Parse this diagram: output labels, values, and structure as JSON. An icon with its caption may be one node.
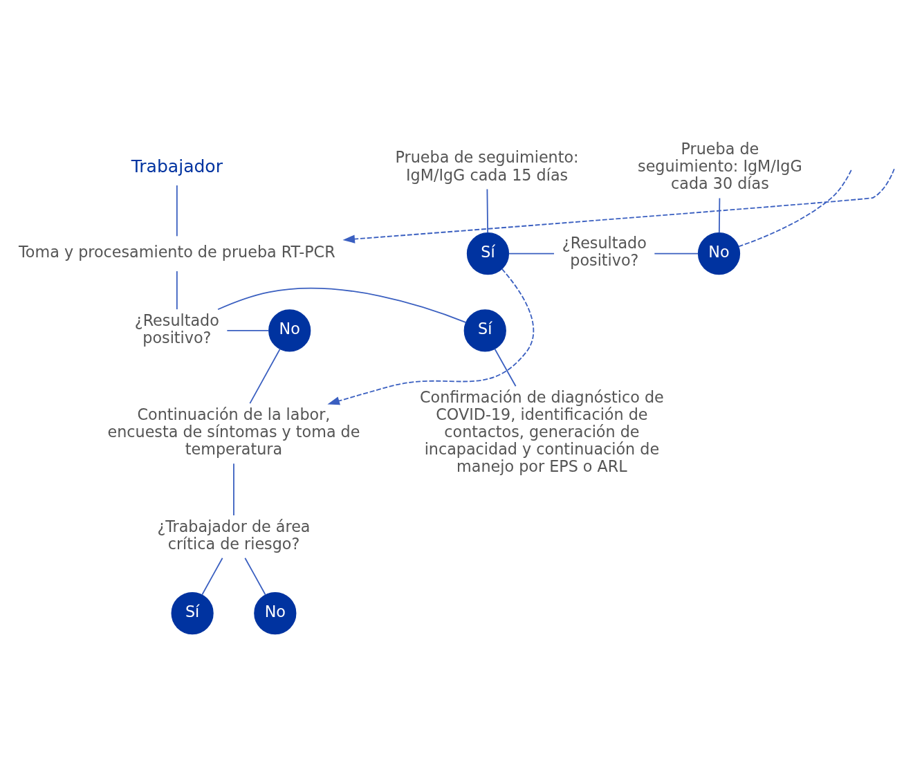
{
  "diagram": {
    "nodes": [
      {
        "text": [
          "Trabajador"
        ]
      },
      {
        "text": [
          "Toma y procesamiento de prueba RT-PCR"
        ]
      },
      {
        "text": [
          "¿Resultado positivo?"
        ]
      },
      {
        "text": [
          "Sí"
        ]
      },
      {
        "text": [
          "No"
        ]
      },
      {
        "text": [
          "Confirmación de diagnóstico de COVID-19, identificación de contactos, generación de incapacidad y continuación de manejo por EPS o ARL"
        ]
      },
      {
        "text": [
          "Continuación de la labor, encuesta de síntomas y toma de temperatura"
        ]
      },
      {
        "text": [
          "¿Trabajador de área crítica de riesgo?"
        ]
      },
      {
        "text": [
          "Sí"
        ]
      },
      {
        "text": [
          "No"
        ]
      },
      {
        "text": [
          "Prueba de seguimiento: IgM/IgG cada 15 días"
        ]
      },
      {
        "text": [
          "Prueba de seguimiento: IgM/IgG cada 30 días"
        ]
      },
      {
        "text": [
          "Sí"
        ]
      },
      {
        "text": [
          "¿Resultado positivo?"
        ]
      },
      {
        "text": [
          "No"
        ]
      }
    ],
    "edges": [
      {
        "from": 0,
        "to": 1,
        "arrow": "none"
      },
      {
        "from": 1,
        "to": 2,
        "arrow": "none"
      },
      {
        "from": 2,
        "to": 3,
        "arrow": "none"
      },
      {
        "from": 2,
        "to": 4,
        "arrow": "none"
      },
      {
        "from": 3,
        "to": 5,
        "arrow": "none"
      },
      {
        "from": 4,
        "to": 6,
        "arrow": "none"
      },
      {
        "from": 6,
        "to": 7,
        "arrow": "none"
      },
      {
        "from": 7,
        "to": 8,
        "arrow": "none"
      },
      {
        "from": 7,
        "to": 9,
        "arrow": "none"
      },
      {
        "from": 10,
        "to": 12,
        "arrow": "none"
      },
      {
        "from": 11,
        "to": 14,
        "arrow": "none"
      },
      {
        "from": 12,
        "to": 13,
        "arrow": "none"
      },
      {
        "from": 13,
        "to": 14,
        "arrow": "none"
      },
      {
        "from": 12,
        "to": 6,
        "arrow": "to",
        "style": "dashed"
      },
      {
        "from": 14,
        "to": null,
        "arrow": "none",
        "style": "dashed"
      },
      {
        "from": null,
        "to": 1,
        "arrow": "to",
        "style": "dashed"
      }
    ]
  }
}
